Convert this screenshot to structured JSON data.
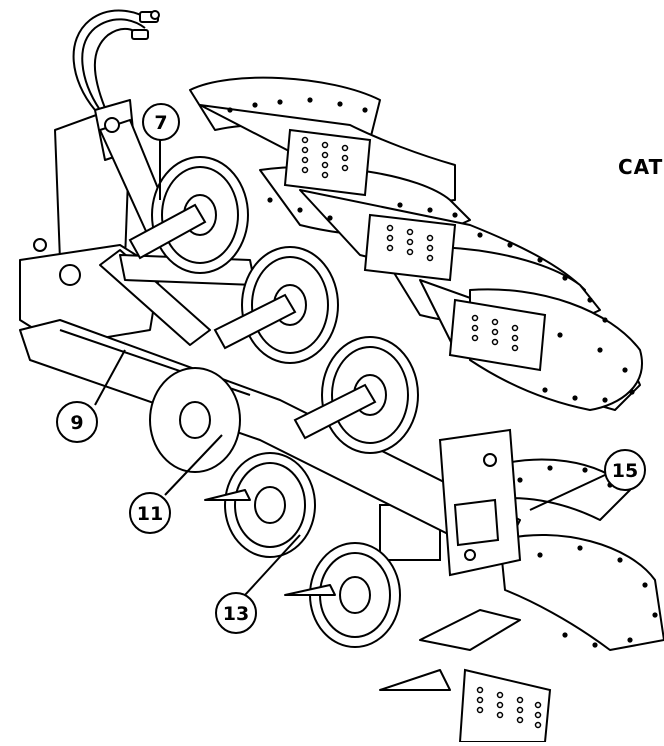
{
  "diagram": {
    "side_label": "CAT",
    "callouts": [
      {
        "id": "callout-7",
        "label": "7"
      },
      {
        "id": "callout-9",
        "label": "9"
      },
      {
        "id": "callout-11",
        "label": "11"
      },
      {
        "id": "callout-13",
        "label": "13"
      },
      {
        "id": "callout-15",
        "label": "15"
      }
    ],
    "colors": {
      "line": "#000000",
      "background": "#ffffff"
    }
  }
}
